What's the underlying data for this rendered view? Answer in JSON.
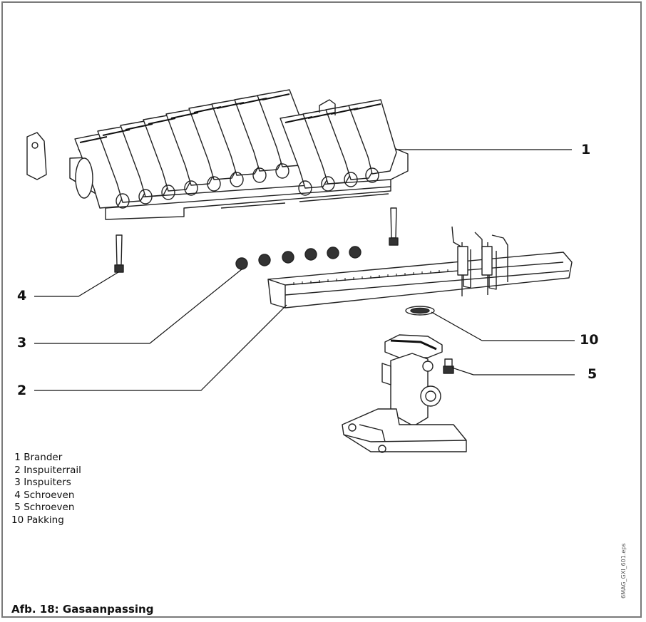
{
  "figure": {
    "caption": "Afb. 18: Gasaanpassing",
    "file_label": "6MAG_GXI_601.eps"
  },
  "callouts": [
    {
      "id": "1",
      "label": "1"
    },
    {
      "id": "4",
      "label": "4"
    },
    {
      "id": "3",
      "label": "3"
    },
    {
      "id": "10",
      "label": "10"
    },
    {
      "id": "5",
      "label": "5"
    },
    {
      "id": "2",
      "label": "2"
    }
  ],
  "legend": [
    {
      "num": " 1",
      "text": "Brander"
    },
    {
      "num": " 2",
      "text": "Inspuiterrail"
    },
    {
      "num": " 3",
      "text": "Inspuiters"
    },
    {
      "num": " 4",
      "text": "Schroeven"
    },
    {
      "num": " 5",
      "text": "Schroeven"
    },
    {
      "num": "10",
      "text": "Pakking"
    }
  ]
}
